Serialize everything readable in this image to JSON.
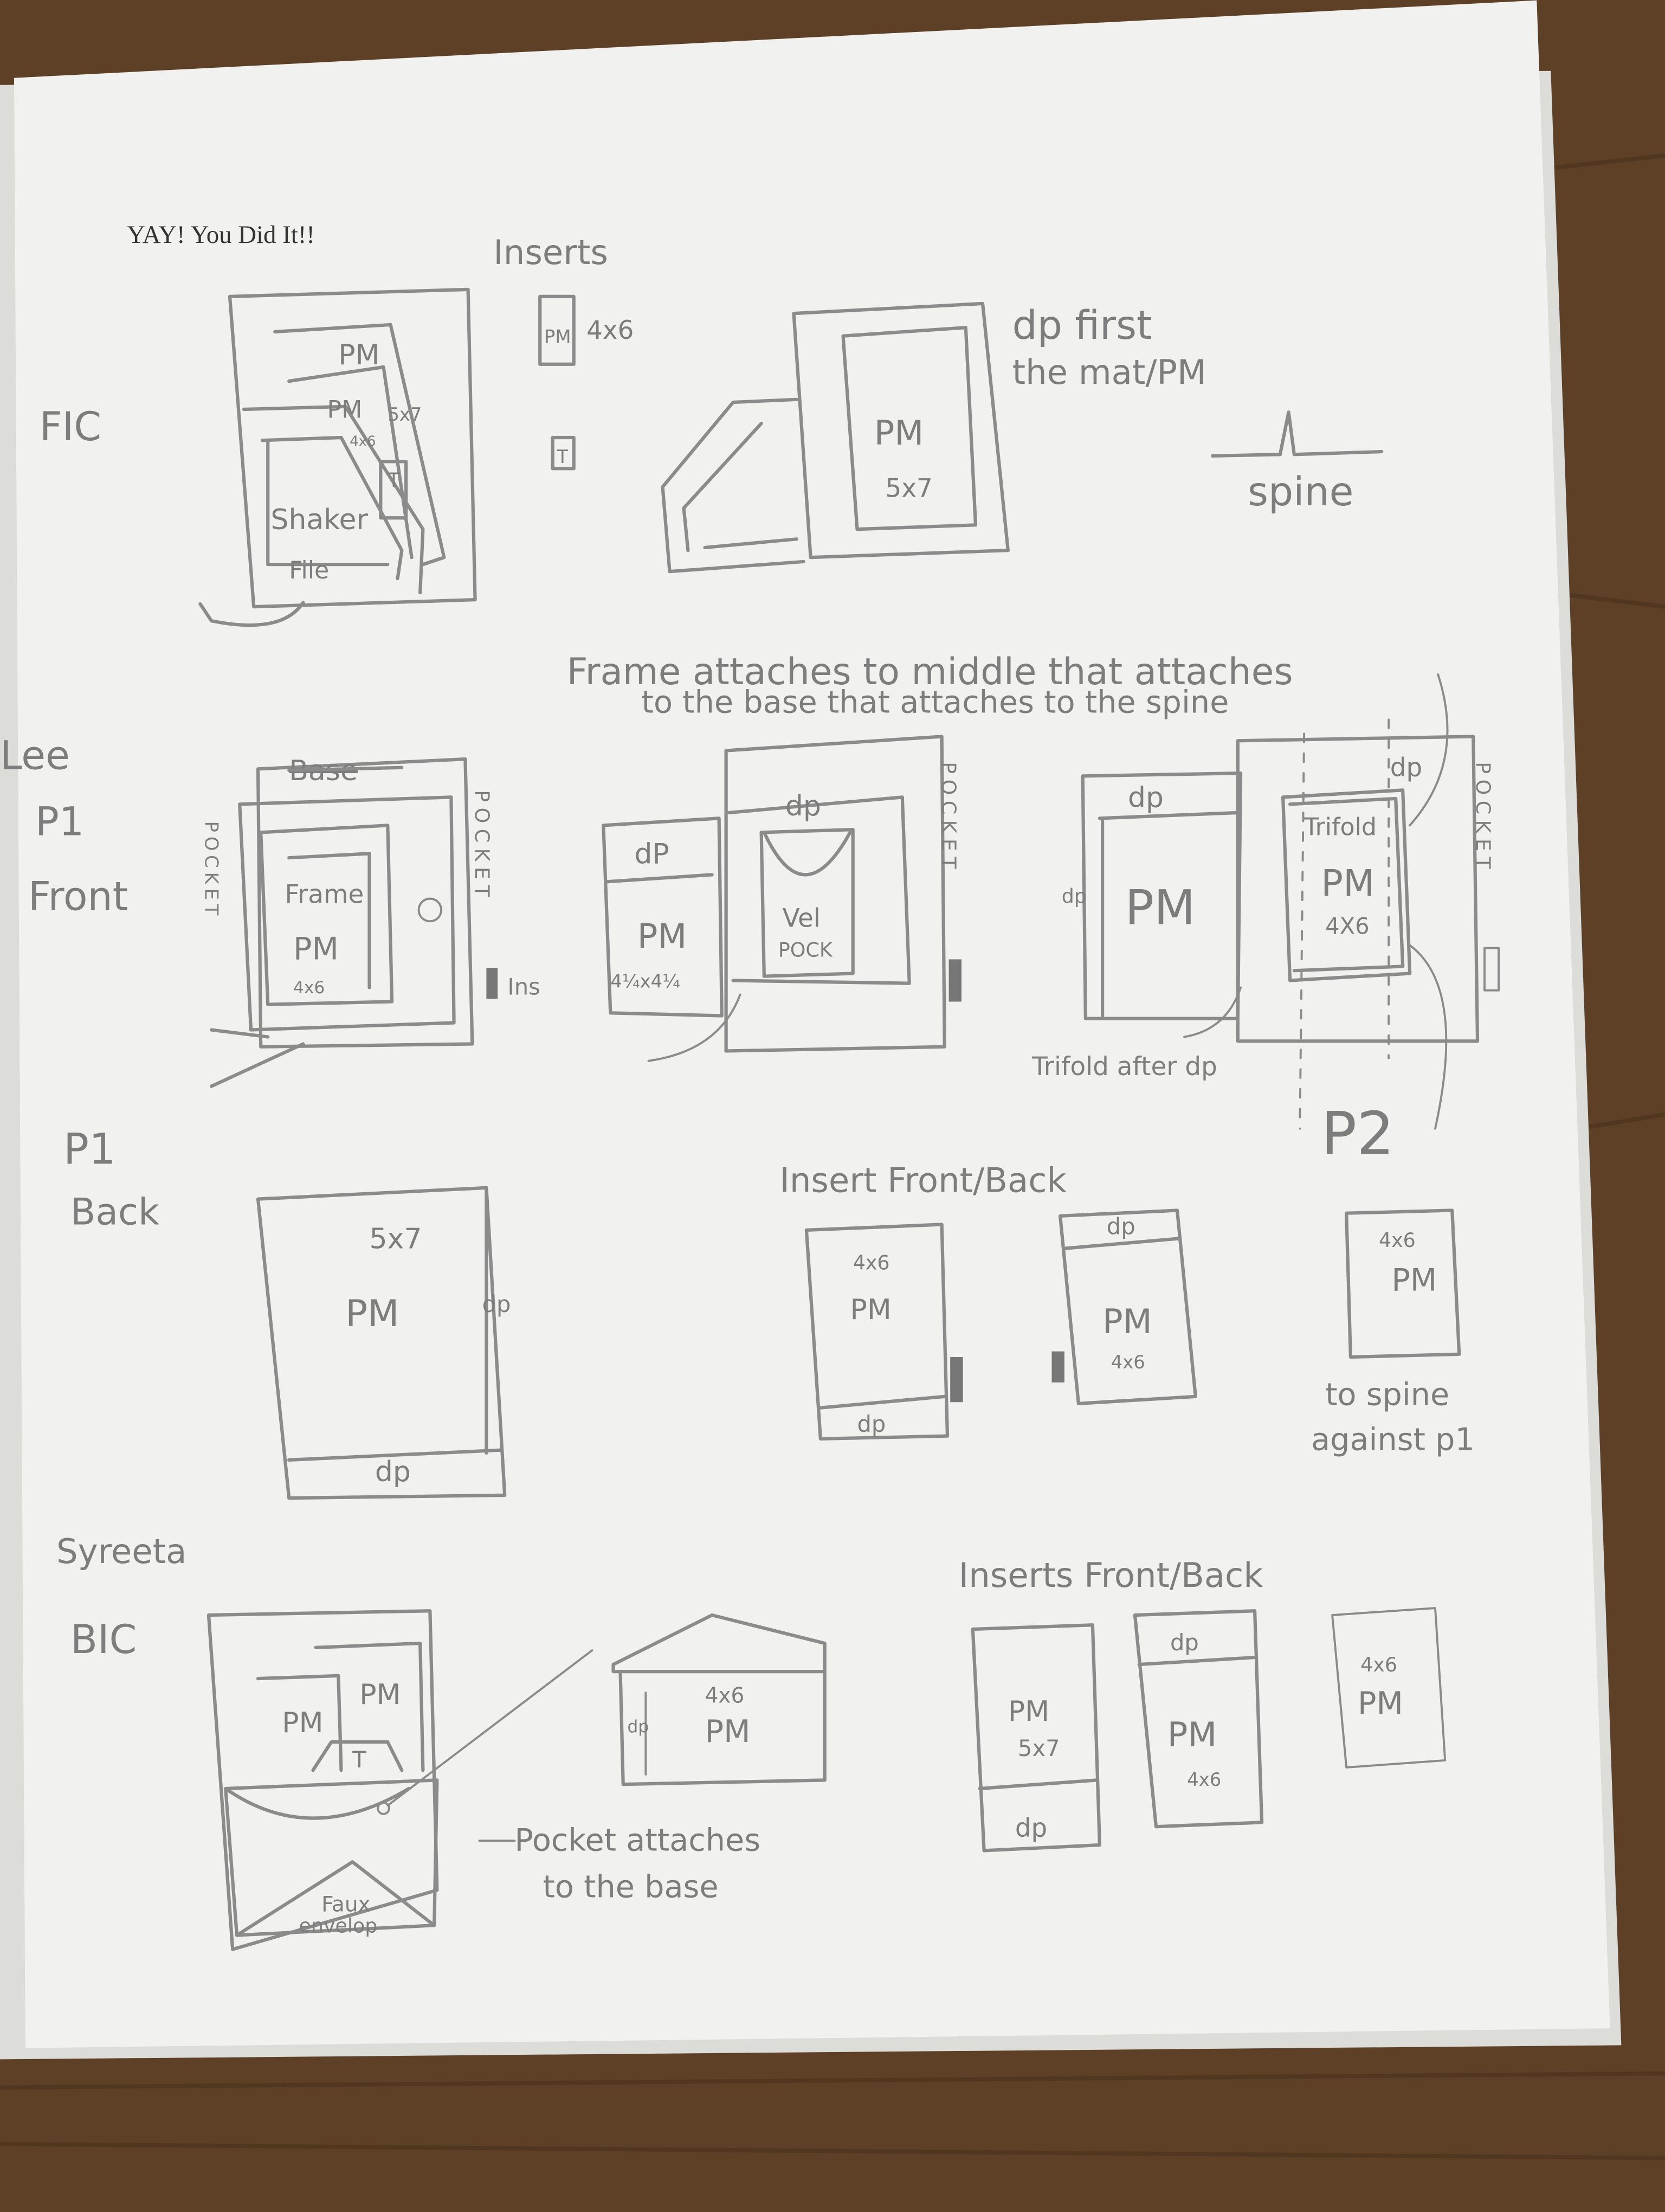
{
  "colors": {
    "paper": "#f1f1ef",
    "pencil": "#8b8b8b",
    "wood": "#5e4027"
  },
  "header": {
    "printed_title": "YAY! You Did It!!",
    "inserts_heading": "Inserts"
  },
  "fic": {
    "label": "FIC",
    "main": {
      "pm": "PM",
      "pm_small": "PM",
      "size_5x7": "5x7",
      "size_4x6": "4x6",
      "tag": "T",
      "shaker": "Shaker",
      "file": "File"
    },
    "inserts": {
      "pm": "PM",
      "size": "4x6",
      "tag": "T"
    },
    "open_view": {
      "pm": "PM",
      "size": "5x7"
    },
    "note_line1": "dp first",
    "note_line2": "the mat/PM",
    "spine_label": "spine"
  },
  "lee": {
    "name": "Lee",
    "page": "P1",
    "side": "Front",
    "note_line1": "Frame attaches to middle that attaches",
    "note_line2": "to the base that attaches to the spine",
    "base_view": {
      "base": "Base",
      "frame": "Frame",
      "pm": "PM",
      "size": "4x6",
      "pocket": "POCKET",
      "ins": "Ins"
    },
    "middle_view": {
      "dp_left": "dP",
      "pm": "PM",
      "size": "4¼x4¼",
      "dp": "dp",
      "vel": "Vel",
      "pock": "POCK",
      "pocket": "POCKET"
    },
    "trifold_view": {
      "dp_top": "dp",
      "dp_side": "dp",
      "pm": "PM",
      "dp_right": "dp",
      "trifold": "Trifold",
      "pm2": "PM",
      "size": "4X6",
      "pocket": "POCKET",
      "caption": "Trifold after dp"
    },
    "p2": {
      "label": "P2",
      "size": "4x6",
      "pm": "PM",
      "note_line1": "to spine",
      "note_line2": "against p1"
    },
    "back": {
      "page": "P1",
      "side": "Back",
      "size": "5x7",
      "pm": "PM",
      "dp_side": "dp",
      "dp_bottom": "dp"
    },
    "inserts": {
      "heading": "Insert Front/Back",
      "a": {
        "size": "4x6",
        "pm": "PM",
        "dp": "dp"
      },
      "b": {
        "dp": "dp",
        "pm": "PM",
        "size": "4x6"
      }
    }
  },
  "syreeta": {
    "name": "Syreeta",
    "label": "BIC",
    "main": {
      "pm1": "PM",
      "pm2": "PM",
      "tag": "T",
      "faux": "Faux",
      "envelop": "envelop"
    },
    "house": {
      "size": "4x6",
      "pm": "PM",
      "dp": "dp"
    },
    "note_line1": "Pocket attaches",
    "note_line2": "to the base",
    "inserts": {
      "heading": "Inserts Front/Back",
      "a": {
        "pm": "PM",
        "size": "5x7",
        "dp": "dp"
      },
      "b": {
        "dp": "dp",
        "pm": "PM",
        "size": "4x6"
      },
      "c": {
        "size": "4x6",
        "pm": "PM"
      }
    }
  }
}
